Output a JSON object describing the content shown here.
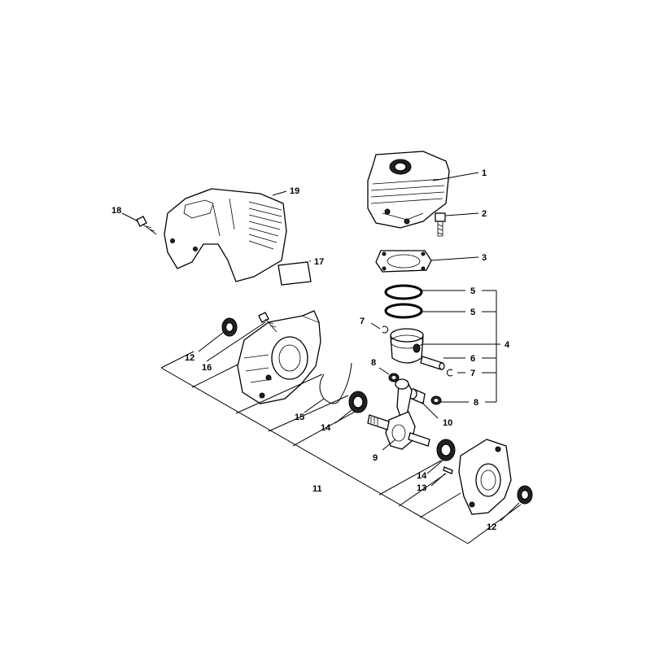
{
  "diagram": {
    "colors": {
      "ink": "#000000",
      "background": "#ffffff"
    },
    "callouts": [
      "1",
      "2",
      "3",
      "4",
      "5",
      "5",
      "6",
      "7",
      "7",
      "8",
      "8",
      "9",
      "10",
      "11",
      "12",
      "12",
      "13",
      "14",
      "14",
      "15",
      "16",
      "17",
      "18",
      "19"
    ]
  }
}
